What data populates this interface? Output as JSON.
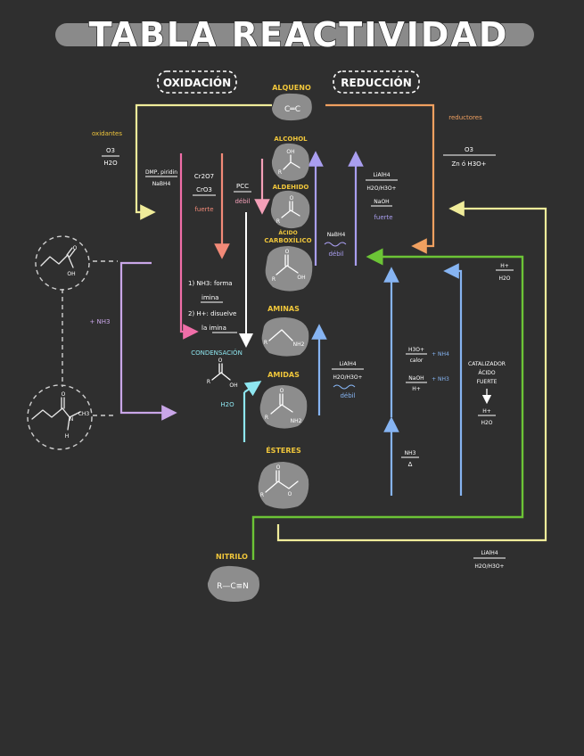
{
  "title": "TABLA  REACTIVIDAD",
  "headers": {
    "oxidacion": "OXIDACIÓN",
    "reduccion": "REDUCCIÓN"
  },
  "compounds": {
    "alqueno": {
      "label": "ALQUENO",
      "formula": "C═C"
    },
    "alcohol": {
      "label": "ALCOHOL",
      "atoms": [
        "OH",
        "R"
      ]
    },
    "aldehido": {
      "label": "ALDEHIDO",
      "atoms": [
        "O",
        "R"
      ]
    },
    "acido": {
      "label_1": "ÁCIDO",
      "label_2": "CARBOXÍLICO",
      "atoms": [
        "O",
        "R",
        "OH"
      ]
    },
    "aminas": {
      "label": "AMINAS",
      "atoms": [
        "R",
        "NH2"
      ]
    },
    "amidas": {
      "label": "AMIDAS",
      "atoms": [
        "O",
        "R",
        "NH2"
      ]
    },
    "esteres": {
      "label": "ÉSTERES",
      "atoms": [
        "O",
        "R",
        "O"
      ]
    },
    "nitrilo": {
      "label": "NITRILO",
      "formula": "R—C≡N"
    }
  },
  "oxidation": {
    "oxidantes_label": "oxidantes",
    "o3": "O3",
    "h2o": "H2O",
    "dmp_1": "DMP, piridin",
    "dmp_2": "NaBH4",
    "cro_1": "Cr2O7",
    "cro_2": "CrO3",
    "fuerte": "fuerte",
    "pcc": "PCC",
    "debil": "débil"
  },
  "reduction": {
    "reductores_label": "reductores",
    "o3": "O3",
    "zn": "Zn ó H3O+",
    "lialh4": "LiAlH4",
    "h2o_h3o": "H2O/H3O+",
    "naoh": "NaOH",
    "fuerte": "fuerte",
    "nabh4": "NaBH4",
    "debil": "débil"
  },
  "imine_notes": {
    "line1": "1) NH3: forma",
    "line1b": "imina",
    "line2": "2) H+: disuelve",
    "line3": "la imina"
  },
  "condensation": {
    "label": "CONDENSACIÓN",
    "h2o": "H2O",
    "atoms": [
      "O",
      "R",
      "OH"
    ]
  },
  "amide_reduction": {
    "lialh4": "LiAlH4",
    "h2o_h3o": "H2O/H3O+",
    "debil": "débil"
  },
  "hydrolysis": {
    "h3o_calor_1": "H3O+",
    "h3o_calor_2": "calor",
    "nh4": "+ NH4",
    "naoh": "NaOH",
    "h_plus": "H+",
    "nh3_plus": "+ NH3"
  },
  "nh3_heat": {
    "nh3": "NH3",
    "delta": "Δ"
  },
  "acid_catalysis": {
    "line1": "CATALIZADOR",
    "line2": "ÁCIDO",
    "line3": "FUERTE",
    "h_plus": "H+",
    "h2o": "H2O"
  },
  "right_hplus": {
    "h": "H+",
    "h2o": "H2O"
  },
  "nitrile_reduction": {
    "lialh4": "LiAlH4",
    "h2o_h3o": "H2O/H3O+"
  },
  "side_molecules": {
    "nh3": "+ NH3",
    "top_atoms": [
      "O",
      "OH"
    ],
    "bottom_atoms": [
      "O",
      "N",
      "CH3",
      "H"
    ]
  },
  "colors": {
    "background": "#2f2f2f",
    "title_bar": "#8a8a8a",
    "yellow": "#f5d546",
    "label_yellow": "#f0c63b",
    "pale_yellow": "#f0ec9a",
    "orange": "#f0a060",
    "pink": "#f06ea8",
    "salmon": "#f28a78",
    "light_pink": "#f4a0b8",
    "lavender": "#c9a6e8",
    "violet": "#a99ef0",
    "blue": "#86b4f2",
    "cyan": "#8ee6f0",
    "green": "#6cc436"
  }
}
